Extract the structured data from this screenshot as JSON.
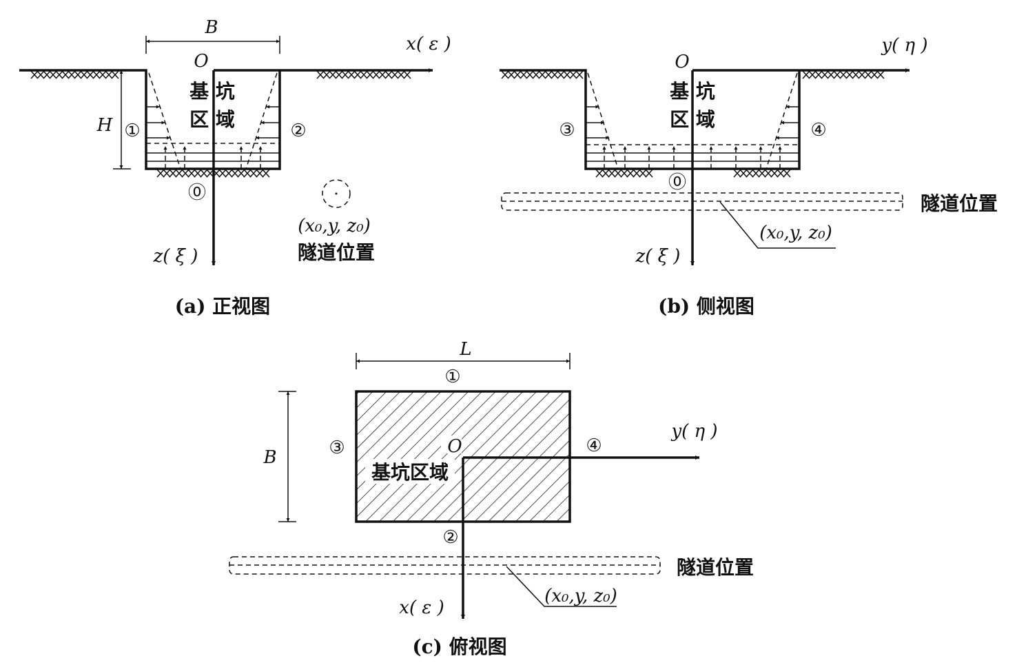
{
  "panel_a": {
    "caption": "(a) 正视图",
    "x_axis": "x( ε )",
    "z_axis": "z( ξ )",
    "origin": "O",
    "width_dim": "B",
    "depth_dim": "H",
    "region_line1": "基 坑",
    "region_line2": "区 域",
    "face_1": "①",
    "face_2": "②",
    "face_0": "⓪",
    "tunnel_coord": "(x₀,y, z₀)",
    "tunnel_label": "隧道位置"
  },
  "panel_b": {
    "caption": "(b) 侧视图",
    "y_axis": "y( η )",
    "z_axis": "z( ξ )",
    "origin": "O",
    "region_line1": "基 坑",
    "region_line2": "区 域",
    "face_3": "③",
    "face_4": "④",
    "face_0": "⓪",
    "tunnel_coord": "(x₀,y, z₀)",
    "tunnel_label": "隧道位置"
  },
  "panel_c": {
    "caption": "(c) 俯视图",
    "y_axis": "y( η )",
    "x_axis": "x( ε )",
    "origin": "O",
    "length_dim": "L",
    "width_dim": "B",
    "region": "基坑区域",
    "face_1": "①",
    "face_2": "②",
    "face_3": "③",
    "face_4": "④",
    "tunnel_coord": "(x₀,y, z₀)",
    "tunnel_label": "隧道位置"
  }
}
